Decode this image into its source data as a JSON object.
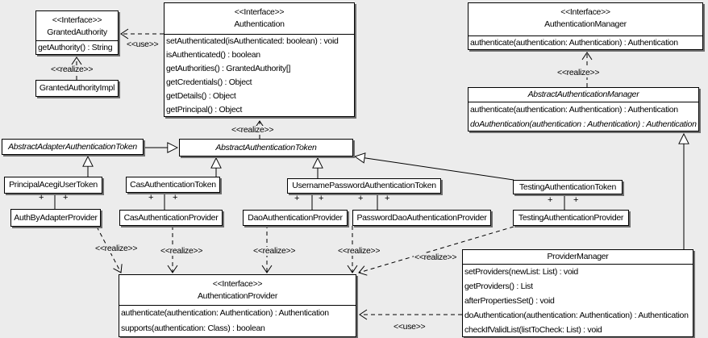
{
  "colors": {
    "background": "#ececec",
    "box_fill": "#ffffff",
    "border": "#000000",
    "shadow": "#6e6e6e"
  },
  "labels": {
    "realize": "<<realize>>",
    "use": "<<use>>",
    "plus": "+"
  },
  "classes": {
    "granted_authority": {
      "stereotype": "<<Interface>>",
      "name": "GrantedAuthority",
      "methods": [
        "getAuthority() : String"
      ]
    },
    "granted_authority_impl": {
      "name": "GrantedAuthorityImpl"
    },
    "authentication": {
      "stereotype": "<<Interface>>",
      "name": "Authentication",
      "methods": [
        "setAuthenticated(isAuthenticated: boolean) : void",
        "isAuthenticated() : boolean",
        "getAuthorities() : GrantedAuthority[]",
        "getCredentials() : Object",
        "getDetails() : Object",
        "getPrincipal() : Object"
      ]
    },
    "authentication_manager": {
      "stereotype": "<<Interface>>",
      "name": "AuthenticationManager",
      "methods": [
        "authenticate(authentication: Authentication) : Authentication"
      ]
    },
    "abstract_authentication_manager": {
      "name": "AbstractAuthenticationManager",
      "methods": [
        "authenticate(authentication: Authentication) : Authentication",
        "doAuthentication(authentication : Authentication) : Authentication"
      ]
    },
    "abstract_adapter_authentication_token": {
      "name": "AbstractAdapterAuthenticationToken"
    },
    "abstract_authentication_token": {
      "name": "AbstractAuthenticationToken"
    },
    "principal_acegi_user_token": {
      "name": "PrincipalAcegiUserToken"
    },
    "cas_authentication_token": {
      "name": "CasAuthenticationToken"
    },
    "username_password_authentication_token": {
      "name": "UsernamePasswordAuthenticationToken"
    },
    "testing_authentication_token": {
      "name": "TestingAuthenticationToken"
    },
    "auth_by_adapter_provider": {
      "name": "AuthByAdapterProvider"
    },
    "cas_authentication_provider": {
      "name": "CasAuthenticationProvider"
    },
    "dao_authentication_provider": {
      "name": "DaoAuthenticationProvider"
    },
    "password_dao_authentication_provider": {
      "name": "PasswordDaoAuthenticationProvider"
    },
    "testing_authentication_provider": {
      "name": "TestingAuthenticationProvider"
    },
    "authentication_provider": {
      "stereotype": "<<Interface>>",
      "name": "AuthenticationProvider",
      "methods": [
        "authenticate(authentication: Authentication) : Authentication",
        "supports(authentication: Class) : boolean"
      ]
    },
    "provider_manager": {
      "name": "ProviderManager",
      "methods": [
        "setProviders(newList: List) : void",
        "getProviders() : List",
        "afterPropertiesSet() : void",
        "doAuthentication(authentication: Authentication) : Authentication",
        "checkIfValidList(listToCheck: List) : void"
      ]
    }
  }
}
